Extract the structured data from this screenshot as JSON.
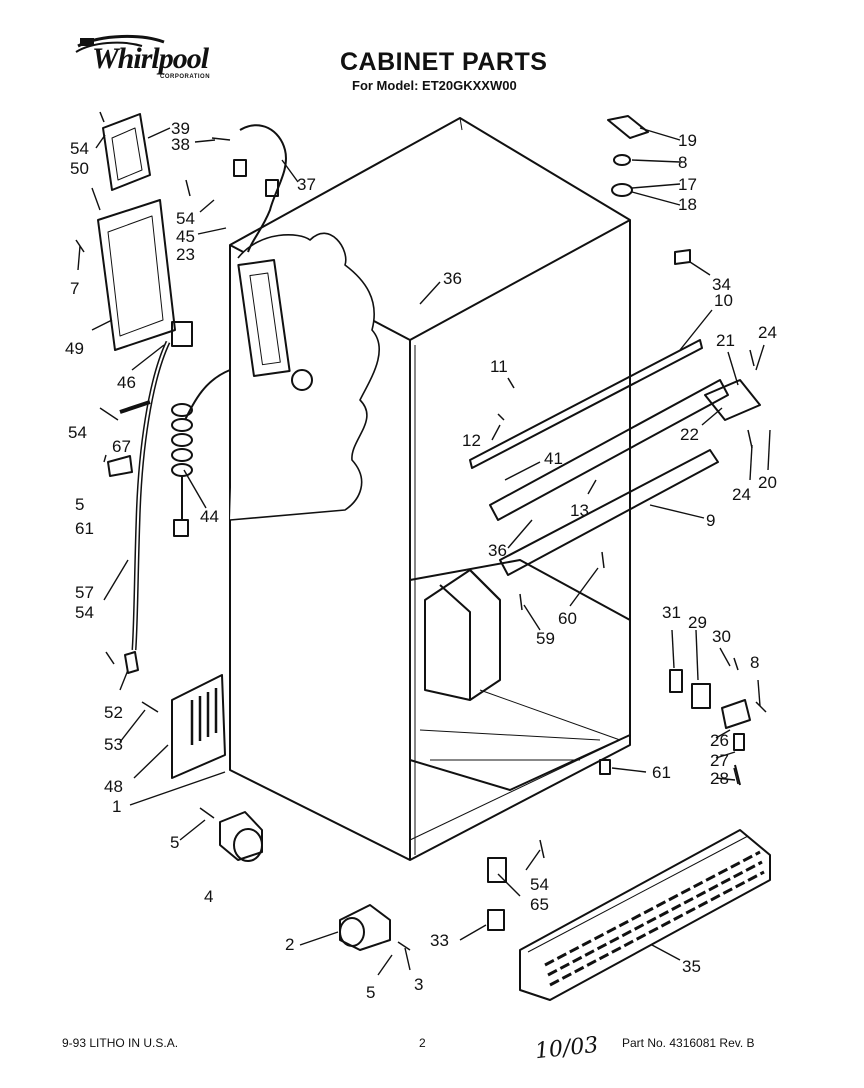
{
  "header": {
    "brand": "Whirlpool",
    "brand_sub": "CORPORATION",
    "title": "CABINET PARTS",
    "subtitle": "For Model: ET20GKXXW00"
  },
  "footer": {
    "print_info": "9-93 LITHO IN U.S.A.",
    "page_number": "2",
    "handwritten_note": "10/03",
    "part_number": "Part No. 4316081 Rev. B"
  },
  "callouts": [
    {
      "id": "c39",
      "text": "39"
    },
    {
      "id": "c38",
      "text": "38"
    },
    {
      "id": "c54a",
      "text": "54"
    },
    {
      "id": "c50",
      "text": "50"
    },
    {
      "id": "c37",
      "text": "37"
    },
    {
      "id": "c54b",
      "text": "54"
    },
    {
      "id": "c45",
      "text": "45"
    },
    {
      "id": "c23",
      "text": "23"
    },
    {
      "id": "c7",
      "text": "7"
    },
    {
      "id": "c49",
      "text": "49"
    },
    {
      "id": "c36a",
      "text": "36"
    },
    {
      "id": "c46",
      "text": "46"
    },
    {
      "id": "c54c",
      "text": "54"
    },
    {
      "id": "c67",
      "text": "67"
    },
    {
      "id": "c5a",
      "text": "5"
    },
    {
      "id": "c61a",
      "text": "61"
    },
    {
      "id": "c44",
      "text": "44"
    },
    {
      "id": "c57",
      "text": "57"
    },
    {
      "id": "c54d",
      "text": "54"
    },
    {
      "id": "c52",
      "text": "52"
    },
    {
      "id": "c53",
      "text": "53"
    },
    {
      "id": "c48",
      "text": "48"
    },
    {
      "id": "c1",
      "text": "1"
    },
    {
      "id": "c5b",
      "text": "5"
    },
    {
      "id": "c4",
      "text": "4"
    },
    {
      "id": "c2",
      "text": "2"
    },
    {
      "id": "c5c",
      "text": "5"
    },
    {
      "id": "c3",
      "text": "3"
    },
    {
      "id": "c33",
      "text": "33"
    },
    {
      "id": "c54e",
      "text": "54"
    },
    {
      "id": "c65",
      "text": "65"
    },
    {
      "id": "c35",
      "text": "35"
    },
    {
      "id": "c19",
      "text": "19"
    },
    {
      "id": "c8a",
      "text": "8"
    },
    {
      "id": "c17",
      "text": "17"
    },
    {
      "id": "c18",
      "text": "18"
    },
    {
      "id": "c34",
      "text": "34"
    },
    {
      "id": "c10",
      "text": "10"
    },
    {
      "id": "c11",
      "text": "11"
    },
    {
      "id": "c21",
      "text": "21"
    },
    {
      "id": "c24a",
      "text": "24"
    },
    {
      "id": "c12",
      "text": "12"
    },
    {
      "id": "c22",
      "text": "22"
    },
    {
      "id": "c20",
      "text": "20"
    },
    {
      "id": "c24b",
      "text": "24"
    },
    {
      "id": "c41",
      "text": "41"
    },
    {
      "id": "c13",
      "text": "13"
    },
    {
      "id": "c9",
      "text": "9"
    },
    {
      "id": "c36b",
      "text": "36"
    },
    {
      "id": "c60",
      "text": "60"
    },
    {
      "id": "c59",
      "text": "59"
    },
    {
      "id": "c31",
      "text": "31"
    },
    {
      "id": "c29",
      "text": "29"
    },
    {
      "id": "c30",
      "text": "30"
    },
    {
      "id": "c8b",
      "text": "8"
    },
    {
      "id": "c26",
      "text": "26"
    },
    {
      "id": "c27",
      "text": "27"
    },
    {
      "id": "c28",
      "text": "28"
    },
    {
      "id": "c61b",
      "text": "61"
    }
  ]
}
